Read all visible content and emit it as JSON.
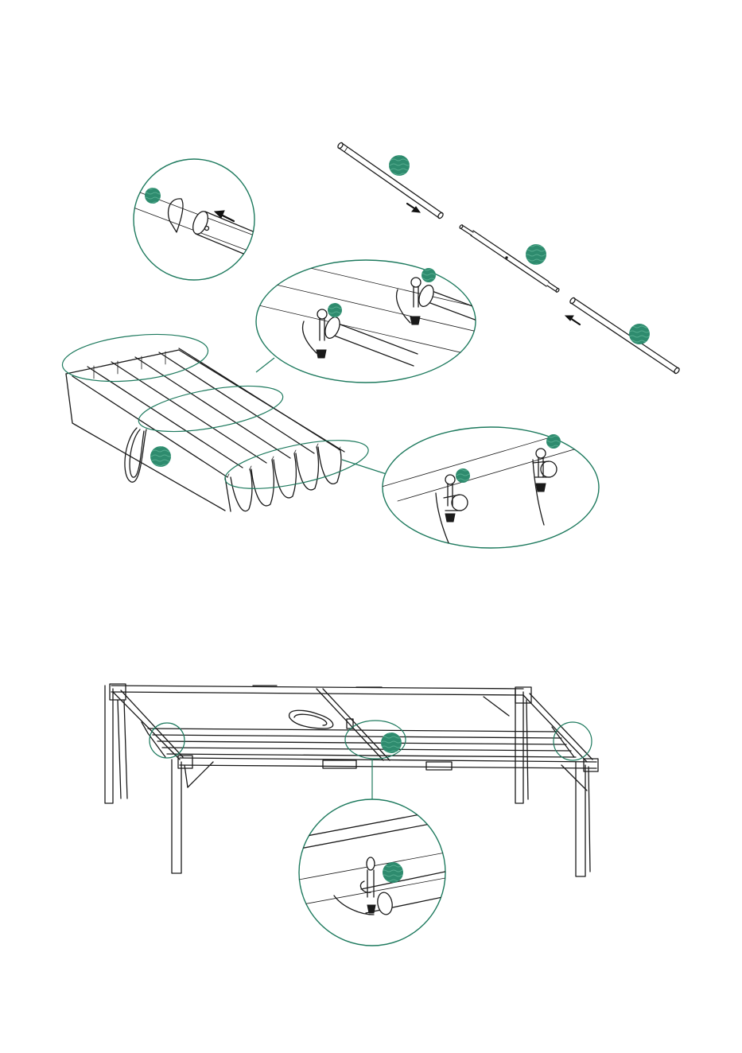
{
  "figure": {
    "type": "assembly-instructions",
    "steps": [
      {
        "id": "canopy-assembly",
        "icon": "canopy-rod-assembly-diagram"
      },
      {
        "id": "frame-installation",
        "icon": "bed-frame-canopy-installation-diagram"
      }
    ]
  },
  "colors": {
    "accent": "#1e7a5e",
    "badge_fill": "#2e8b6e",
    "badge_wave": "#56ad8f",
    "line": "#1a1a1a",
    "background": "#ffffff"
  },
  "badges": [
    {
      "id": "rod-left",
      "icon": "part-badge"
    },
    {
      "id": "rod-middle",
      "icon": "part-badge"
    },
    {
      "id": "rod-right",
      "icon": "part-badge"
    },
    {
      "id": "insert-detail",
      "icon": "part-badge"
    },
    {
      "id": "hook-detail-left",
      "icon": "part-badge"
    },
    {
      "id": "hook-detail-right",
      "icon": "part-badge"
    },
    {
      "id": "canopy",
      "icon": "part-badge"
    },
    {
      "id": "end-detail-left",
      "icon": "part-badge"
    },
    {
      "id": "end-detail-right",
      "icon": "part-badge"
    },
    {
      "id": "frame-center",
      "icon": "part-badge"
    },
    {
      "id": "frame-detail",
      "icon": "part-badge"
    }
  ]
}
